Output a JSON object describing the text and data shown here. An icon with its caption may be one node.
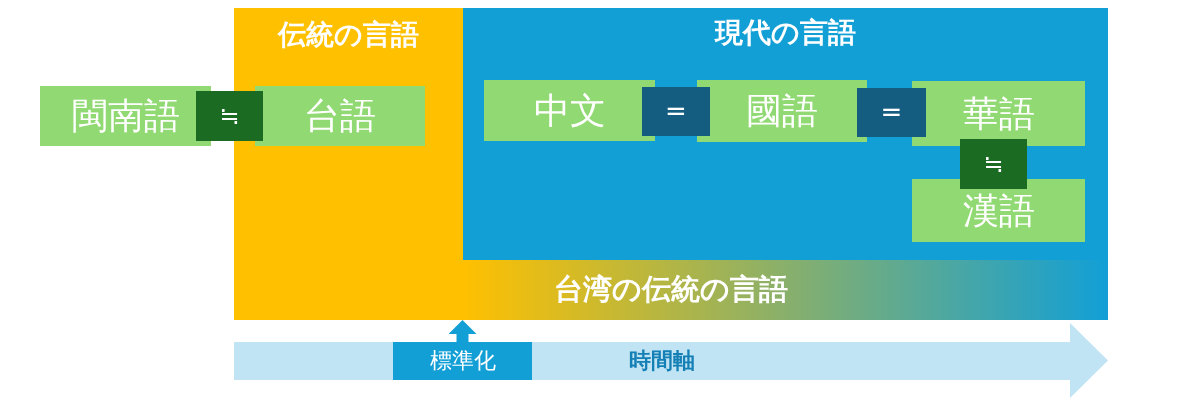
{
  "diagram": {
    "nodes": [
      {
        "text": [
          "伝統の言語"
        ]
      },
      {
        "text": [
          "閩南語"
        ]
      },
      {
        "text": [
          "≒"
        ]
      },
      {
        "text": [
          "台語"
        ],
        "in": 0
      },
      {
        "text": [
          "現代の言語"
        ]
      },
      {
        "text": [
          "中文"
        ],
        "in": 4
      },
      {
        "text": [
          "="
        ],
        "in": 4
      },
      {
        "text": [
          "國語"
        ],
        "in": 4
      },
      {
        "text": [
          "="
        ],
        "in": 4
      },
      {
        "text": [
          "華語"
        ],
        "in": 4
      },
      {
        "text": [
          "≒"
        ],
        "in": 4
      },
      {
        "text": [
          "漢語"
        ],
        "in": 4
      },
      {
        "text": [
          "台湾の伝統の言語"
        ]
      },
      {
        "text": [
          "時間軸"
        ]
      },
      {
        "text": [
          "標準化"
        ],
        "in": 13
      }
    ],
    "edges": [
      {
        "from": 14,
        "to": 12,
        "arrow": "to"
      }
    ]
  }
}
